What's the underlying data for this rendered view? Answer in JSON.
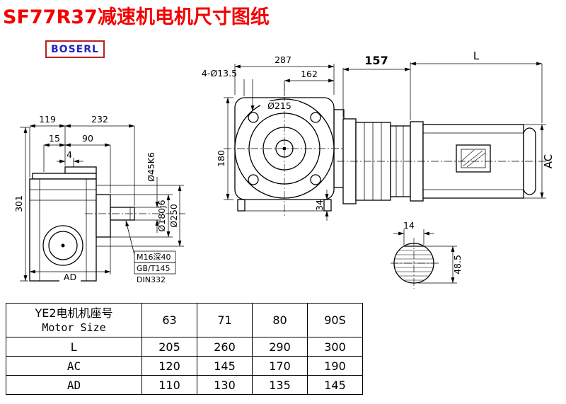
{
  "page": {
    "title": "SF77R37减速机电机尺寸图纸",
    "logo_text": "BOSERL"
  },
  "views": {
    "left": {
      "dims": {
        "w1": "119",
        "w2": "232",
        "w3": "15",
        "w4": "90",
        "w5": "4",
        "h": "301",
        "ad": "AD"
      },
      "labels": {
        "shaft_dia": "Ø45K6",
        "spigot_dia": "Ø180j6",
        "flange_dia": "Ø250"
      },
      "notes": {
        "tap": "M16深40",
        "std1": "GB/T145",
        "std2": "DIN332"
      }
    },
    "front": {
      "dims": {
        "overall_w": "287",
        "half_w": "162",
        "holes": "4-Ø13.5",
        "flange_dia": "Ø215",
        "height": "180",
        "foot": "34"
      }
    },
    "right": {
      "dims": {
        "reducer_len": "157",
        "motor_len": "L",
        "motor_dia": "AC",
        "key_w": "14",
        "key_h": "48.5"
      }
    }
  },
  "table": {
    "header": {
      "cn": "YE2电机机座号",
      "en": "Motor Size"
    },
    "columns": [
      "63",
      "71",
      "80",
      "90S"
    ],
    "rows": [
      {
        "label": "L",
        "values": [
          "205",
          "260",
          "290",
          "300"
        ]
      },
      {
        "label": "AC",
        "values": [
          "120",
          "145",
          "170",
          "190"
        ]
      },
      {
        "label": "AD",
        "values": [
          "110",
          "130",
          "135",
          "145"
        ]
      }
    ]
  }
}
